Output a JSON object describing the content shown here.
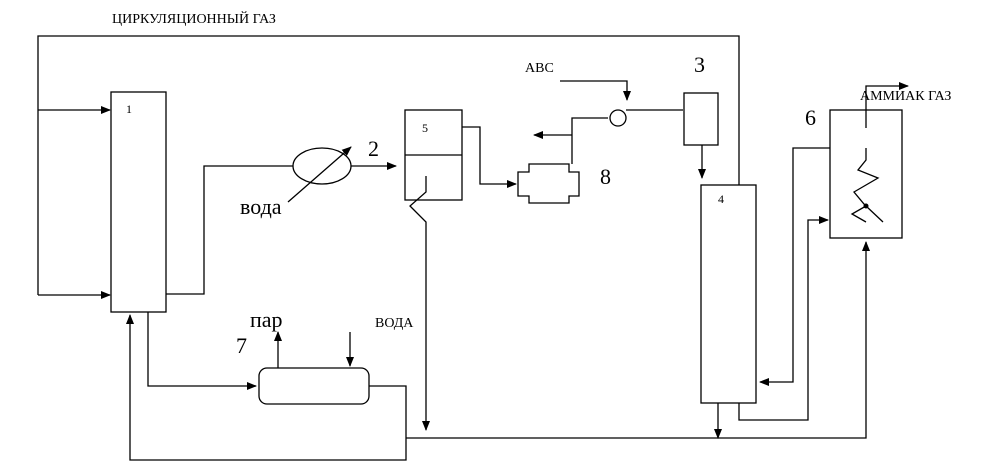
{
  "labels": {
    "circulation_gas": "ЦИРКУЛЯЦИОННЫЙ ГАЗ",
    "abc": "АВС",
    "ammonia_gas": "АММИАК ГАЗ",
    "water_cooler": "вода",
    "steam": "пар",
    "water_boiler": "ВОДА"
  },
  "units": {
    "u1": "1",
    "u2": "2",
    "u3": "3",
    "u4": "4",
    "u5": "5",
    "u6": "6",
    "u7": "7",
    "u8": "8"
  },
  "colors": {
    "line": "#000000",
    "background": "#ffffff"
  }
}
